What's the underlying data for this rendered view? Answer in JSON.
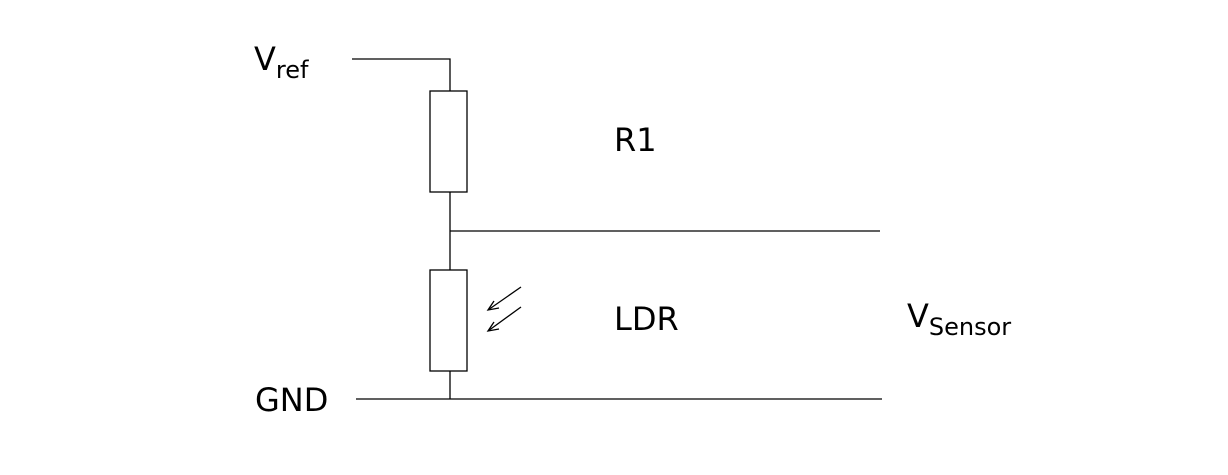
{
  "labels": {
    "vref_main": "V",
    "vref_sub": "ref",
    "r1": "R1",
    "ldr": "LDR",
    "vsensor_main": "V",
    "vsensor_sub": "Sensor",
    "gnd": "GND"
  },
  "colors": {
    "line": "#000000",
    "background": "#ffffff"
  }
}
